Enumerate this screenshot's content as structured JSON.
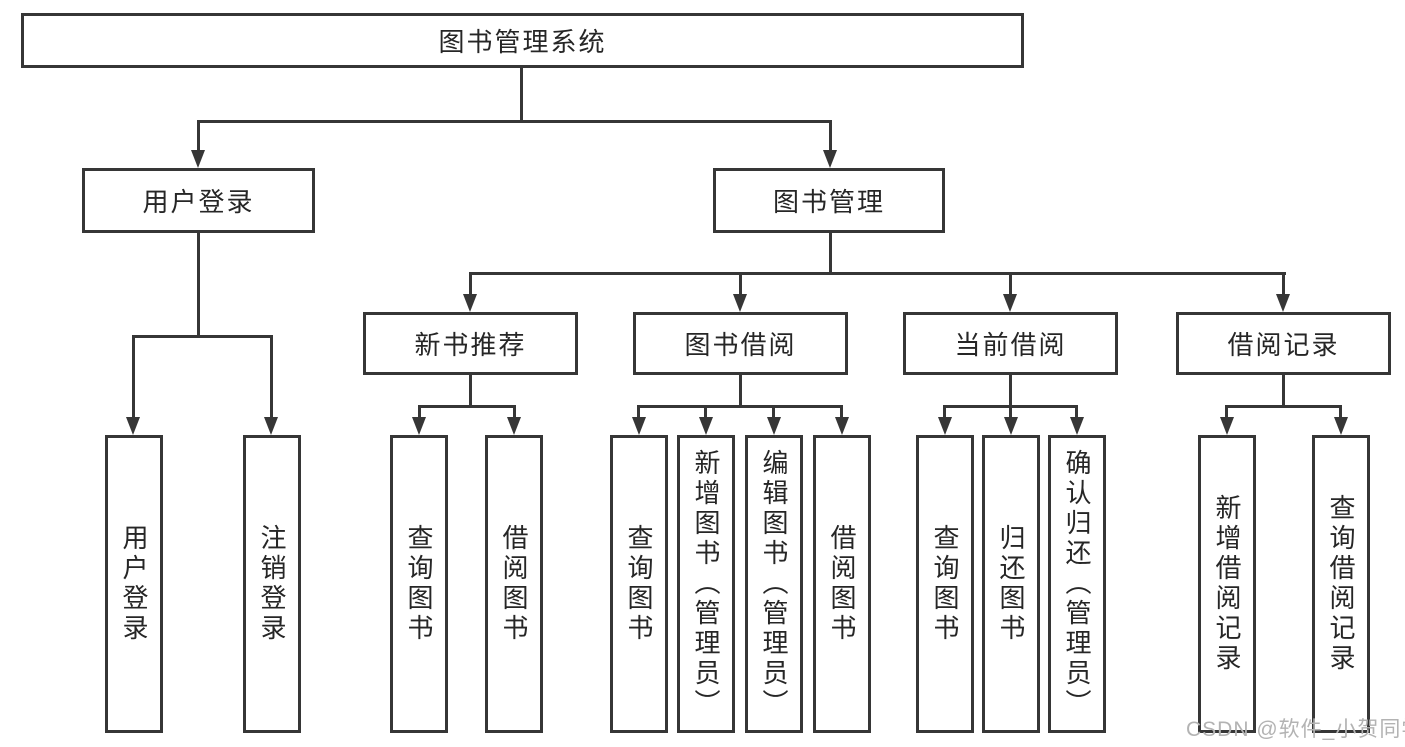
{
  "diagram": {
    "root": {
      "label": "图书管理系统"
    },
    "branches": [
      {
        "label": "用户登录",
        "children": [
          {
            "label": "用户登录"
          },
          {
            "label": "注销登录"
          }
        ]
      },
      {
        "label": "图书管理",
        "children": [
          {
            "label": "新书推荐",
            "children": [
              {
                "label": "查询图书"
              },
              {
                "label": "借阅图书"
              }
            ]
          },
          {
            "label": "图书借阅",
            "children": [
              {
                "label": "查询图书"
              },
              {
                "label": "新增图书（管理员）"
              },
              {
                "label": "编辑图书（管理员）"
              },
              {
                "label": "借阅图书"
              }
            ]
          },
          {
            "label": "当前借阅",
            "children": [
              {
                "label": "查询图书"
              },
              {
                "label": "归还图书"
              },
              {
                "label": "确认归还（管理员）"
              }
            ]
          },
          {
            "label": "借阅记录",
            "children": [
              {
                "label": "新增借阅记录"
              },
              {
                "label": "查询借阅记录"
              }
            ]
          }
        ]
      }
    ]
  },
  "watermark": "CSDN @软件_小贺同学",
  "colors": {
    "line": "#363636",
    "text": "#262626",
    "watermark": "#b3b3b3",
    "background": "#ffffff"
  }
}
